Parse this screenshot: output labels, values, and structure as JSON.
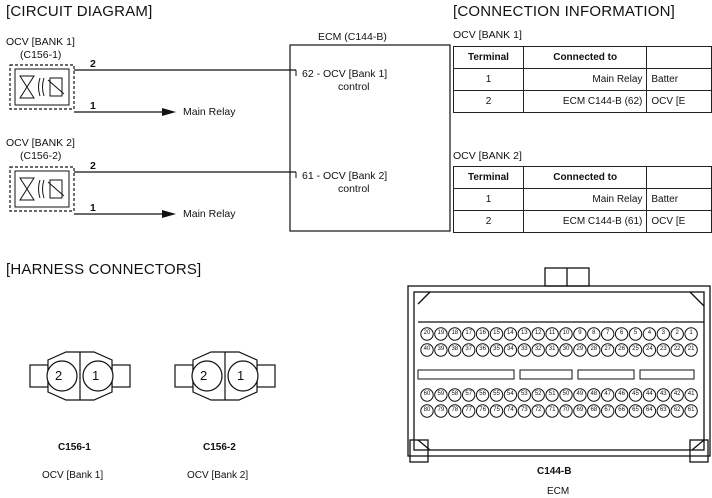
{
  "sections": {
    "circuit": "[CIRCUIT DIAGRAM]",
    "connection": "[CONNECTION INFORMATION]",
    "harness": "[HARNESS CONNECTORS]"
  },
  "circuit": {
    "ocv1_name": "OCV [BANK 1]",
    "ocv1_conn": "(C156-1)",
    "ocv2_name": "OCV [BANK 2]",
    "ocv2_conn": "(C156-2)",
    "pin2": "2",
    "pin1": "1",
    "main_relay": "Main Relay",
    "ecm_title": "ECM (C144-B)",
    "ecm_pin1": "62 - OCV [Bank 1]",
    "ecm_pin2": "61 - OCV [Bank 2]",
    "control": "control"
  },
  "tables": [
    {
      "title": "OCV [BANK 1]",
      "headers": [
        "Terminal",
        "Connected to",
        ""
      ],
      "rows": [
        [
          "1",
          "Main Relay",
          "Batter"
        ],
        [
          "2",
          "ECM C144-B (62)",
          "OCV [E"
        ]
      ]
    },
    {
      "title": "OCV [BANK 2]",
      "headers": [
        "Terminal",
        "Connected to",
        ""
      ],
      "rows": [
        [
          "1",
          "Main Relay",
          "Batter"
        ],
        [
          "2",
          "ECM C144-B (61)",
          "OCV [E"
        ]
      ]
    }
  ],
  "harness": {
    "c1_name": "C156-1",
    "c1_desc": "OCV [Bank 1]",
    "c2_name": "C156-2",
    "c2_desc": "OCV [Bank 2]",
    "pin_left": "2",
    "pin_right": "1",
    "ecm_name": "C144-B",
    "ecm_desc": "ECM",
    "ecm_row1": [
      "20",
      "19",
      "18",
      "17",
      "16",
      "15",
      "14",
      "13",
      "12",
      "11",
      "10",
      "9",
      "8",
      "7",
      "6",
      "5",
      "4",
      "3",
      "2",
      "1"
    ],
    "ecm_row2": [
      "40",
      "39",
      "38",
      "37",
      "36",
      "35",
      "34",
      "33",
      "32",
      "31",
      "30",
      "29",
      "28",
      "27",
      "26",
      "25",
      "24",
      "23",
      "22",
      "21"
    ],
    "ecm_row3": [
      "60",
      "59",
      "58",
      "57",
      "56",
      "55",
      "54",
      "53",
      "52",
      "51",
      "50",
      "49",
      "48",
      "47",
      "46",
      "45",
      "44",
      "43",
      "42",
      "41"
    ],
    "ecm_row4": [
      "80",
      "79",
      "78",
      "77",
      "76",
      "75",
      "74",
      "73",
      "72",
      "71",
      "70",
      "69",
      "68",
      "67",
      "66",
      "65",
      "64",
      "63",
      "62",
      "61"
    ]
  }
}
